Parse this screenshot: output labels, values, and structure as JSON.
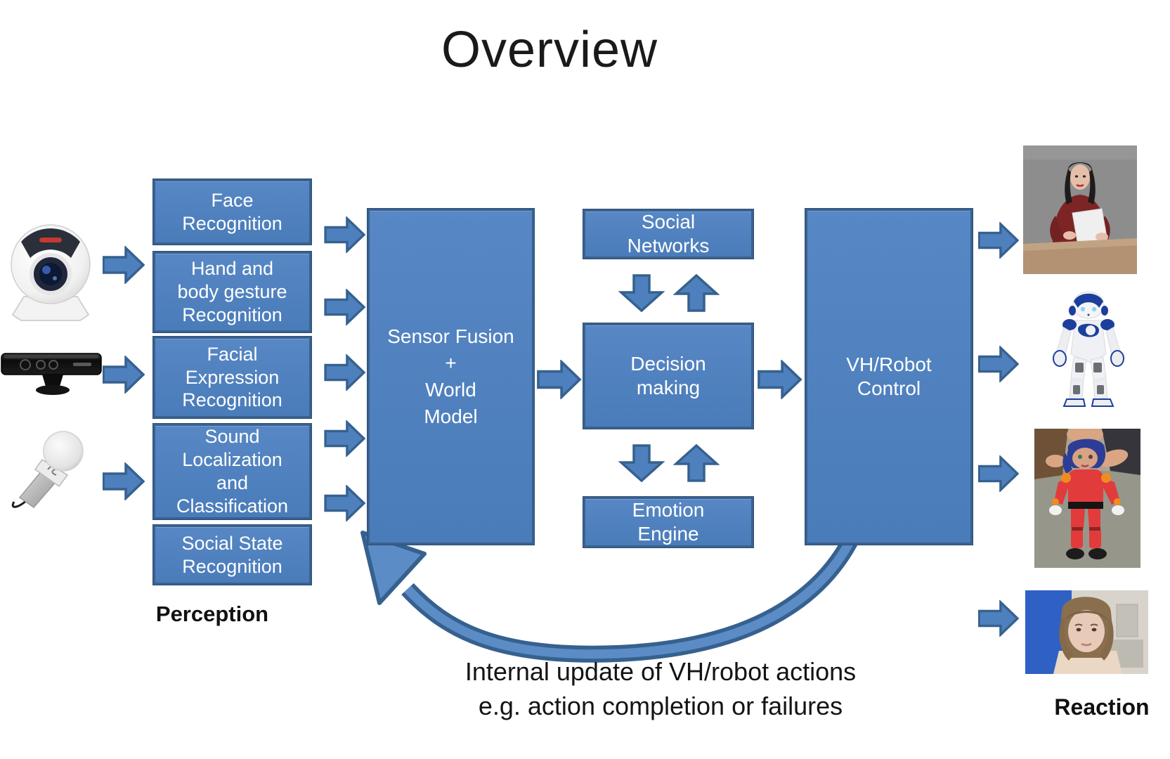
{
  "title": "Overview",
  "colors": {
    "box_fill": "#4e80bd",
    "box_border": "#39618f",
    "arrow_fill": "#4e80bd",
    "arrow_border": "#36618f",
    "text_on_box": "#ffffff",
    "title_color": "#1a1a1a"
  },
  "perception": {
    "label": "Perception",
    "boxes": [
      {
        "label": "Face\nRecognition"
      },
      {
        "label": "Hand and\nbody gesture\nRecognition"
      },
      {
        "label": "Facial\nExpression\nRecognition"
      },
      {
        "label": "Sound\nLocalization\nand\nClassification"
      },
      {
        "label": "Social State\nRecognition"
      }
    ],
    "input_icons": [
      {
        "name": "webcam-icon"
      },
      {
        "name": "kinect-sensor-icon"
      },
      {
        "name": "microphone-icon"
      }
    ]
  },
  "pipeline": {
    "sensor_fusion": {
      "label": "Sensor Fusion\n+\nWorld\nModel"
    },
    "social_networks": {
      "label": "Social\nNetworks"
    },
    "decision_making": {
      "label": "Decision\nmaking"
    },
    "emotion_engine": {
      "label": "Emotion\nEngine"
    },
    "vh_robot_control": {
      "label": "VH/Robot\nControl"
    }
  },
  "reaction": {
    "label": "Reaction",
    "output_images": [
      {
        "name": "virtual-human-image"
      },
      {
        "name": "nao-robot-image"
      },
      {
        "name": "child-robot-image"
      },
      {
        "name": "android-face-image"
      }
    ]
  },
  "feedback": {
    "line1": "Internal update of VH/robot actions",
    "line2": "e.g. action completion or failures"
  }
}
